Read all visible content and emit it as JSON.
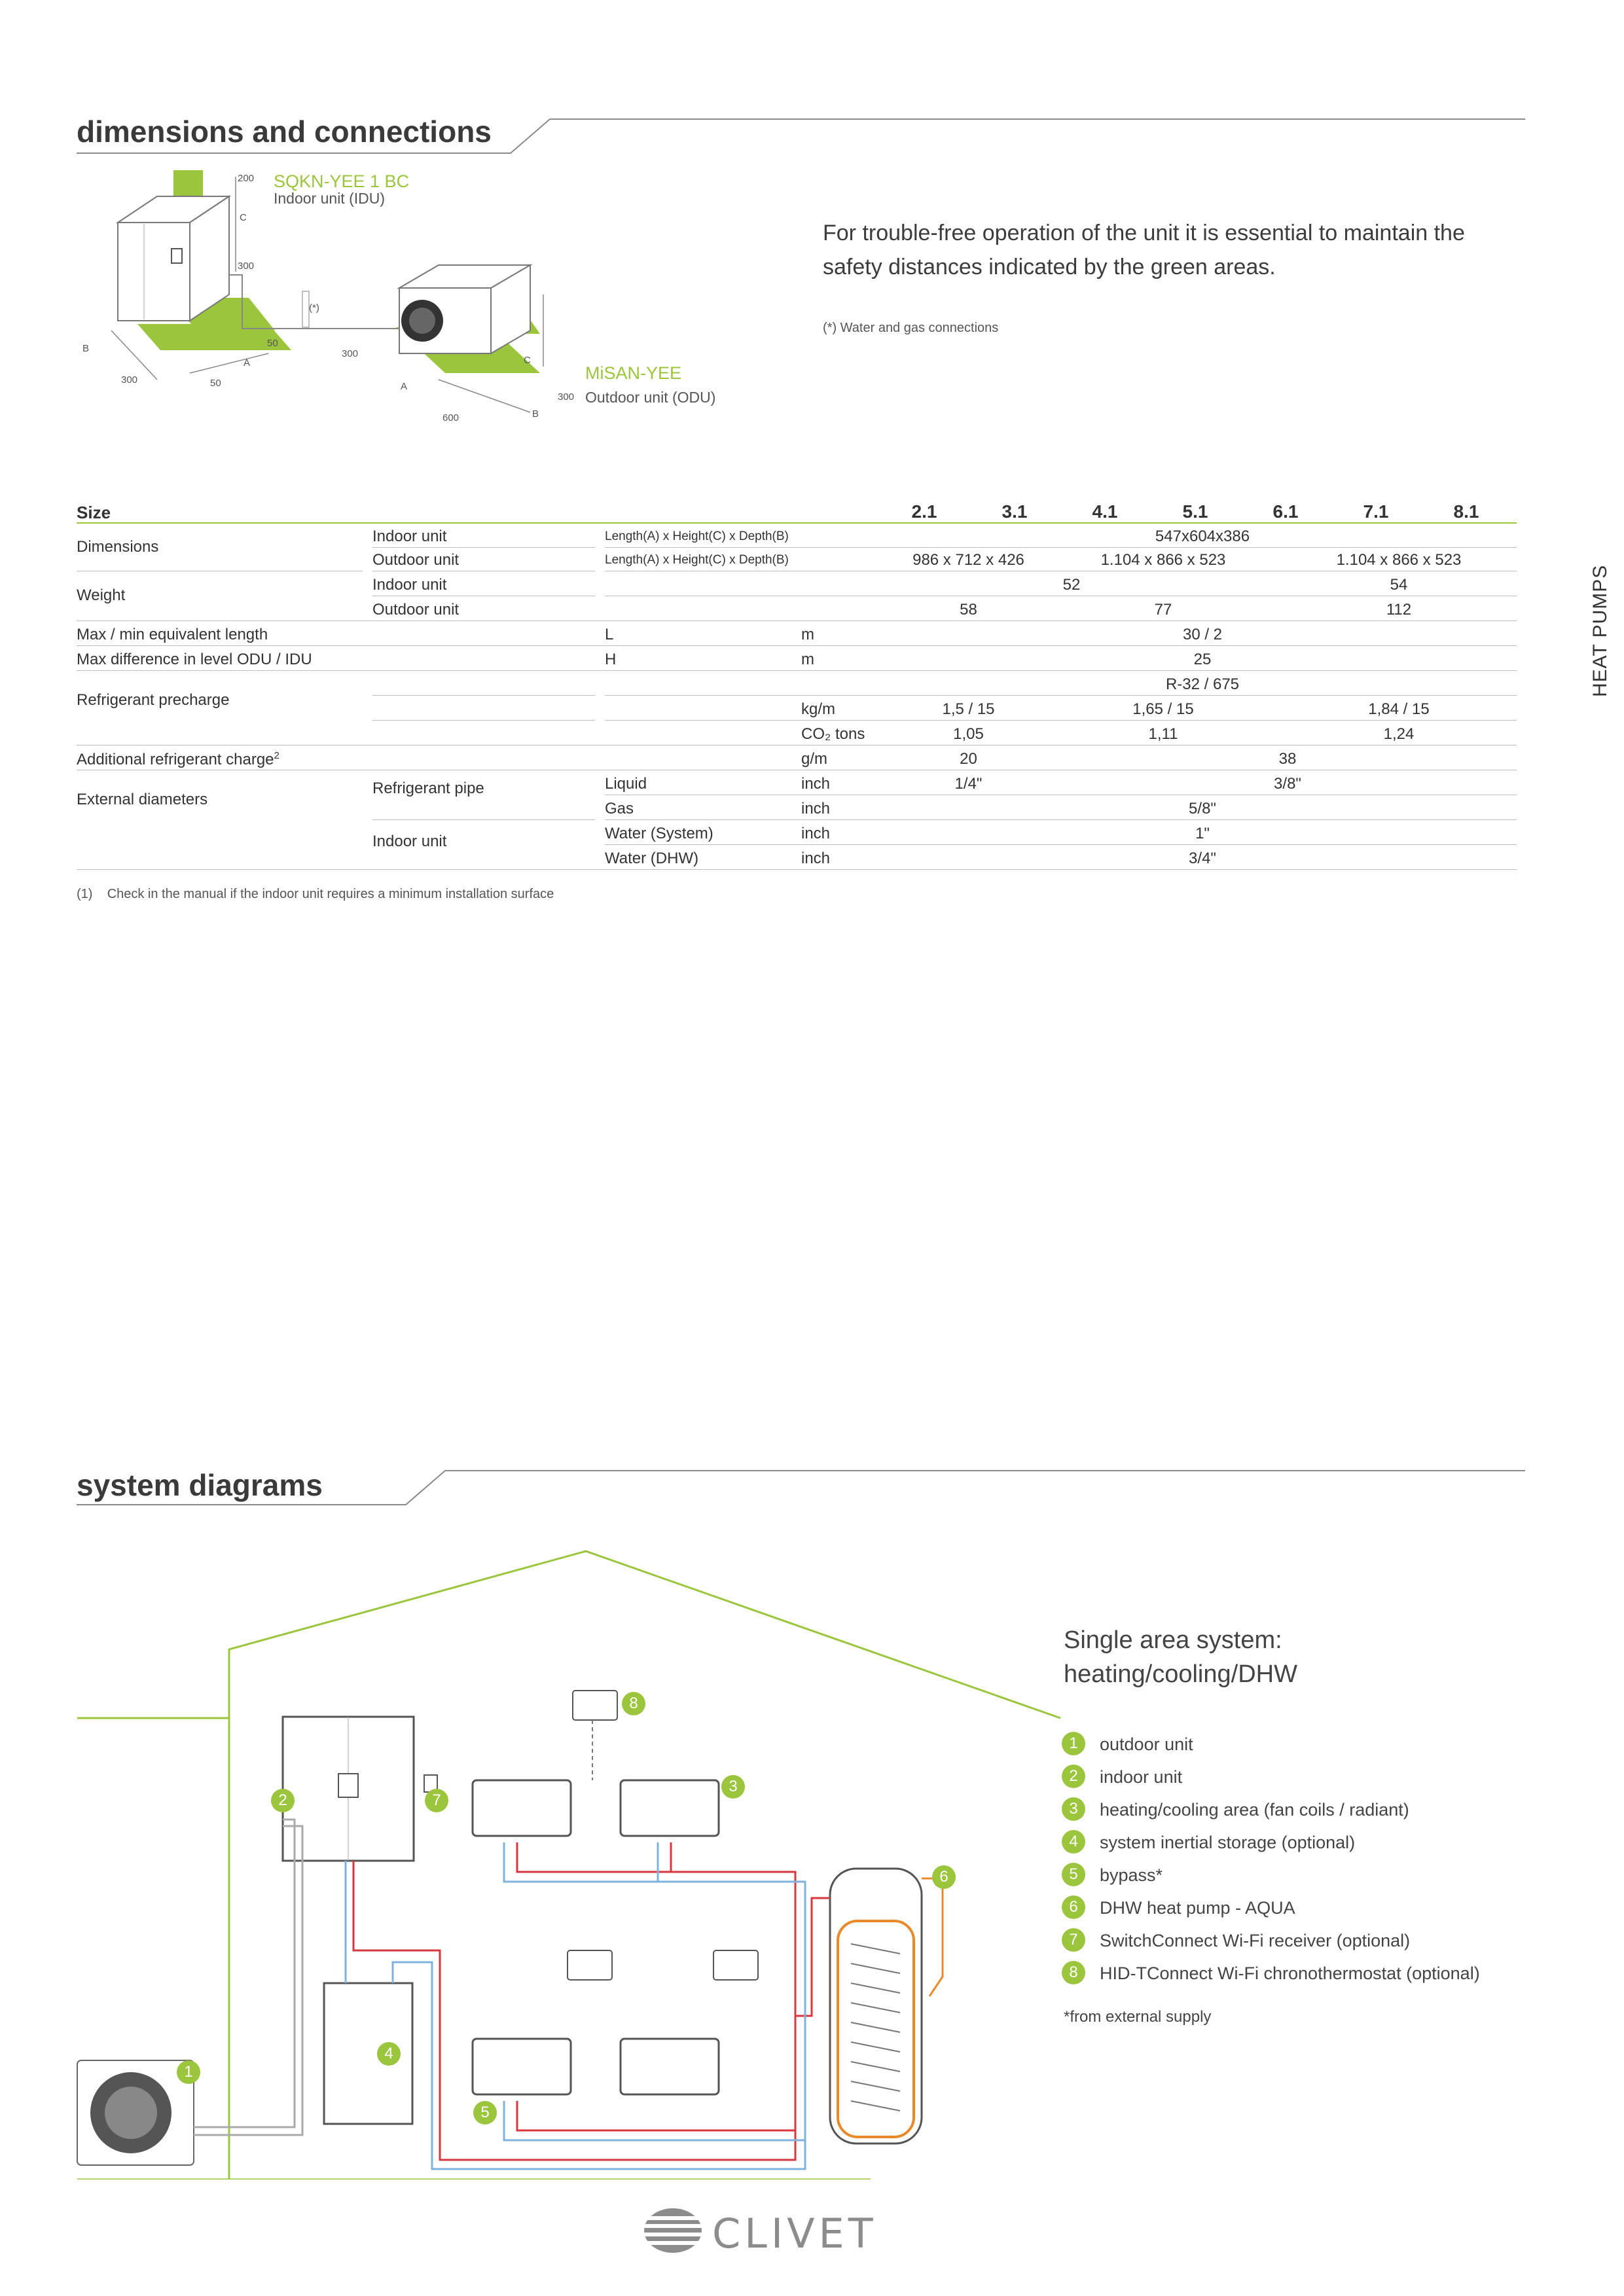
{
  "section1": {
    "title": "dimensions and connections"
  },
  "diagram": {
    "idu_model": "SQKN-YEE 1 BC",
    "idu_desc": "Indoor unit (IDU)",
    "odu_model": "MiSAN-YEE",
    "odu_desc": "Outdoor unit (ODU)",
    "dims": {
      "d200": "200",
      "c1": "C",
      "d300a": "300",
      "b1": "B",
      "d300b": "300",
      "d50a": "50",
      "a1": "A",
      "d50b": "50",
      "star": "(*)",
      "d300c": "300",
      "a2": "A",
      "d600": "600",
      "c2": "C",
      "b2": "B",
      "d300d": "300"
    }
  },
  "intro_text": "For trouble-free operation of the unit it is essential to maintain the safety distances indicated by the green areas.",
  "intro_note": "(*) Water and gas connections",
  "side_label": "HEAT PUMPS",
  "table": {
    "size_label": "Size",
    "sizes": [
      "2.1",
      "3.1",
      "4.1",
      "5.1",
      "6.1",
      "7.1",
      "8.1"
    ],
    "dimensions": {
      "label": "Dimensions",
      "indoor": "Indoor unit",
      "outdoor": "Outdoor unit",
      "lhd": "Length(A) x Height(C) x Depth(B)",
      "indoor_val": "547x604x386",
      "outdoor_vals": [
        "986 x 712 x 426",
        "1.104 x 866 x 523",
        "1.104 x 866 x 523"
      ]
    },
    "weight": {
      "label": "Weight",
      "indoor": "Indoor unit",
      "outdoor": "Outdoor unit",
      "indoor_vals": [
        "52",
        "54"
      ],
      "outdoor_vals": [
        "58",
        "77",
        "112"
      ]
    },
    "maxmin": {
      "label": "Max / min equivalent length",
      "sym": "L",
      "unit": "m",
      "val": "30 / 2"
    },
    "maxdiff": {
      "label": "Max difference in level ODU / IDU",
      "sym": "H",
      "unit": "m",
      "val": "25"
    },
    "refrig": {
      "label": "Refrigerant precharge",
      "gas": "R-32 / 675",
      "unit1": "kg/m",
      "vals1": [
        "1,5 / 15",
        "1,65 / 15",
        "1,84 / 15"
      ],
      "unit2": "CO₂ tons",
      "vals2": [
        "1,05",
        "1,11",
        "1,24"
      ]
    },
    "addl": {
      "label": "Additional refrigerant charge",
      "sup": "2",
      "unit": "g/m",
      "vals": [
        "20",
        "38"
      ]
    },
    "ext": {
      "label": "External diameters",
      "pipe": "Refrigerant pipe",
      "indoor": "Indoor unit",
      "liquid": "Liquid",
      "liquid_unit": "inch",
      "liquid_vals": [
        "1/4\"",
        "3/8\""
      ],
      "gas": "Gas",
      "gas_unit": "inch",
      "gas_val": "5/8\"",
      "wsys": "Water (System)",
      "wsys_unit": "inch",
      "wsys_val": "1\"",
      "wdhw": "Water (DHW)",
      "wdhw_unit": "inch",
      "wdhw_val": "3/4\""
    },
    "footnote_num": "(1)",
    "footnote": "Check in the manual if the indoor unit requires a minimum installation surface"
  },
  "section2": {
    "title": "system diagrams"
  },
  "system": {
    "title_line1": "Single area system:",
    "title_line2": "heating/cooling/DHW",
    "items": [
      {
        "n": "1",
        "label": "outdoor unit"
      },
      {
        "n": "2",
        "label": "indoor unit"
      },
      {
        "n": "3",
        "label": "heating/cooling area (fan coils / radiant)"
      },
      {
        "n": "4",
        "label": "system inertial storage (optional)"
      },
      {
        "n": "5",
        "label": "bypass*"
      },
      {
        "n": "6",
        "label": "DHW heat pump - AQUA"
      },
      {
        "n": "7",
        "label": "SwitchConnect Wi-Fi receiver (optional)"
      },
      {
        "n": "8",
        "label": "HID-TConnect Wi-Fi chronothermostat (optional)"
      }
    ],
    "note": "*from external supply",
    "badges": [
      "1",
      "2",
      "3",
      "4",
      "5",
      "6",
      "7",
      "8"
    ]
  },
  "brand": {
    "name": "CLIVET"
  },
  "colors": {
    "accent": "#9bc53d",
    "pipe_hot": "#d9363e",
    "pipe_cold": "#7fb2dc",
    "text": "#333333"
  }
}
